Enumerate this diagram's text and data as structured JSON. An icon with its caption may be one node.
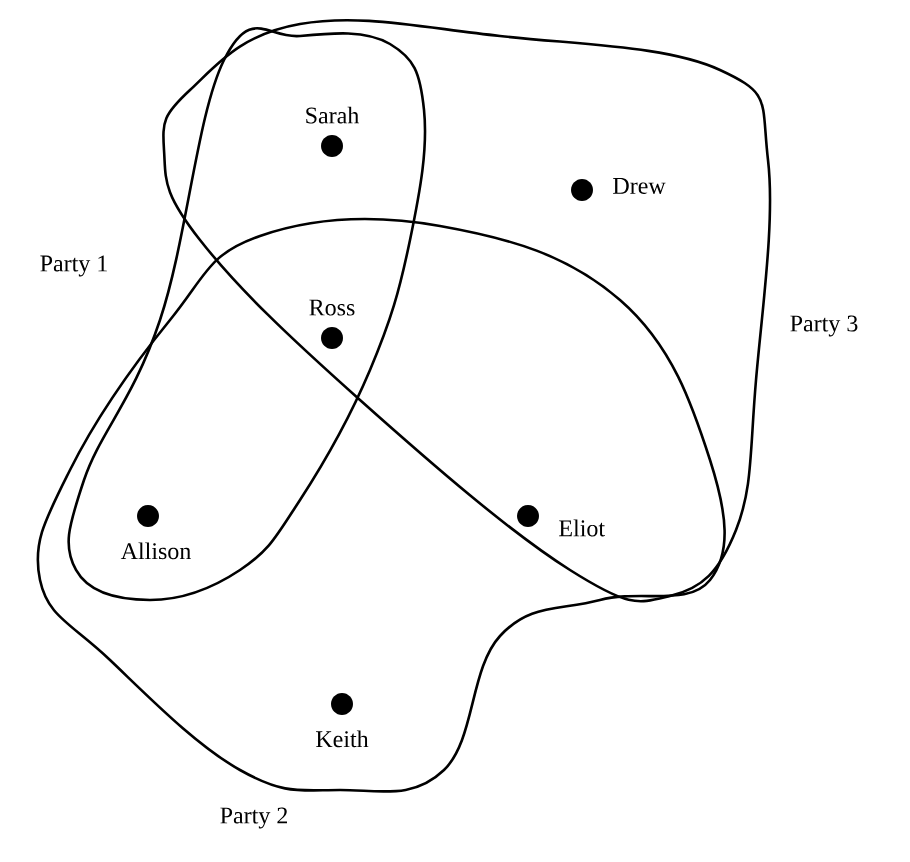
{
  "diagram": {
    "nodes": [
      {
        "text": [
          "Party 1"
        ]
      },
      {
        "text": [
          "Party 2"
        ]
      },
      {
        "text": [
          "Party 3"
        ]
      },
      {
        "text": [
          "Sarah"
        ]
      },
      {
        "text": [
          "Drew"
        ],
        "in": 2
      },
      {
        "text": [
          "Ross"
        ]
      },
      {
        "text": [
          "Allison"
        ]
      },
      {
        "text": [
          "Eliot"
        ]
      },
      {
        "text": [
          "Keith"
        ],
        "in": 1
      }
    ]
  }
}
